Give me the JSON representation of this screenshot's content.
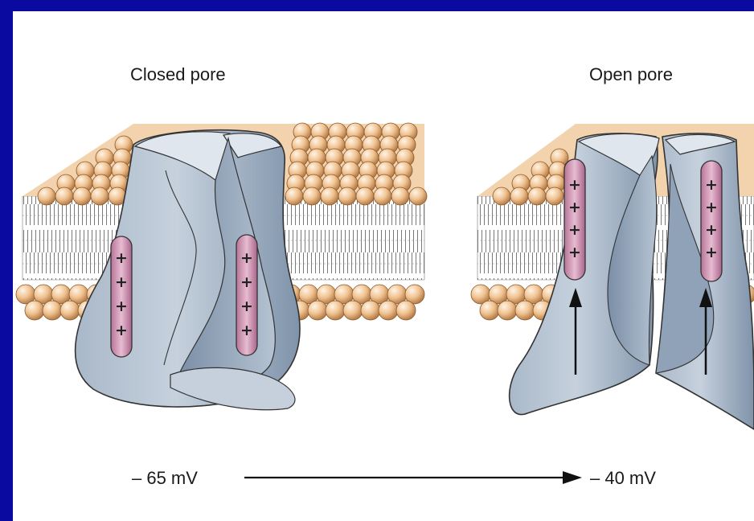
{
  "labels": {
    "closed": "Closed pore",
    "open": "Open pore",
    "voltage_start": "– 65 mV",
    "voltage_end": "– 40 mV"
  },
  "sensor_charge": "+",
  "colors": {
    "frame": "#0a0aa0",
    "lipid_head": "#f0c290",
    "channel_fill": "#9fb0c3",
    "sensor_fill": "#d39ab8"
  }
}
